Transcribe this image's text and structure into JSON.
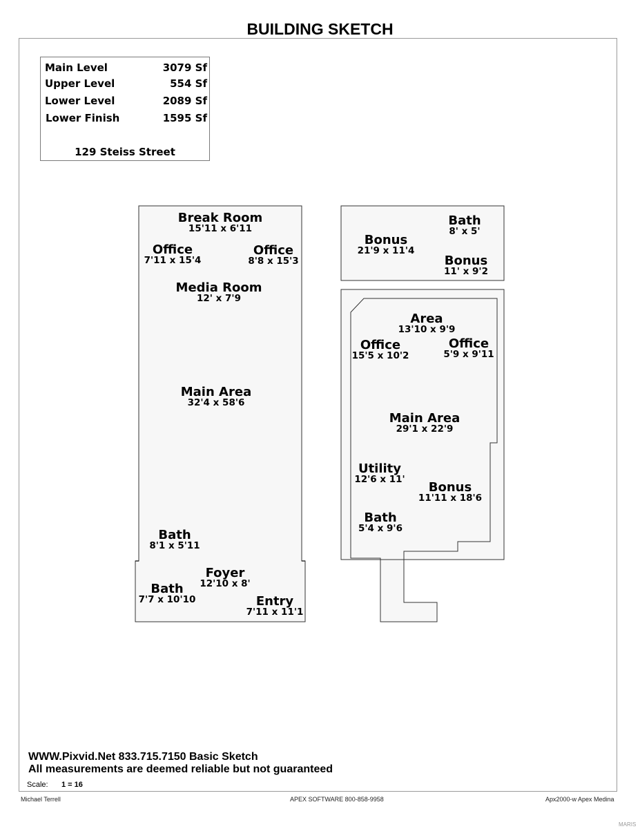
{
  "title": "BUILDING SKETCH",
  "summary": {
    "rows": [
      {
        "label": "Main Level",
        "value": "3079 Sf"
      },
      {
        "label": "Upper Level",
        "value": "554 Sf"
      },
      {
        "label": "Lower Level",
        "value": "2089 Sf"
      },
      {
        "label": "Lower Finish",
        "value": "1595 Sf"
      }
    ],
    "address": "129 Steiss Street"
  },
  "rooms": [
    {
      "name": "Break Room",
      "dim": "15'11 x 6'11"
    },
    {
      "name": "Office",
      "dim": "7'11 x 15'4"
    },
    {
      "name": "Office",
      "dim": "8'8 x 15'3"
    },
    {
      "name": "Media Room",
      "dim": "12' x 7'9"
    },
    {
      "name": "Main Area",
      "dim": "32'4 x 58'6"
    },
    {
      "name": "Bath",
      "dim": "8'1 x 5'11"
    },
    {
      "name": "Foyer",
      "dim": "12'10 x 8'"
    },
    {
      "name": "Bath",
      "dim": "7'7 x 10'10"
    },
    {
      "name": "Entry",
      "dim": "7'11 x 11'1"
    },
    {
      "name": "Bath",
      "dim": "8' x 5'"
    },
    {
      "name": "Bonus",
      "dim": "21'9 x 11'4"
    },
    {
      "name": "Bonus",
      "dim": "11' x 9'2"
    },
    {
      "name": "Area",
      "dim": "13'10 x 9'9"
    },
    {
      "name": "Office",
      "dim": "15'5 x 10'2"
    },
    {
      "name": "Office",
      "dim": "5'9 x 9'11"
    },
    {
      "name": "Main Area",
      "dim": "29'1 x 22'9"
    },
    {
      "name": "Utility",
      "dim": "12'6 x 11'"
    },
    {
      "name": "Bonus",
      "dim": "11'11 x 18'6"
    },
    {
      "name": "Bath",
      "dim": "5'4 x 9'6"
    }
  ],
  "footer": {
    "line1": "WWW.Pixvid.Net  833.715.7150    Basic Sketch",
    "line2": "All measurements are deemed reliable but not guaranteed",
    "scale_label": "Scale:",
    "scale_value": "1 = 16",
    "author": "Michael Terrell",
    "software": "APEX SOFTWARE 800-858-9958",
    "version": "Apx2000-w Apex Medina",
    "watermark": "MARIS"
  }
}
